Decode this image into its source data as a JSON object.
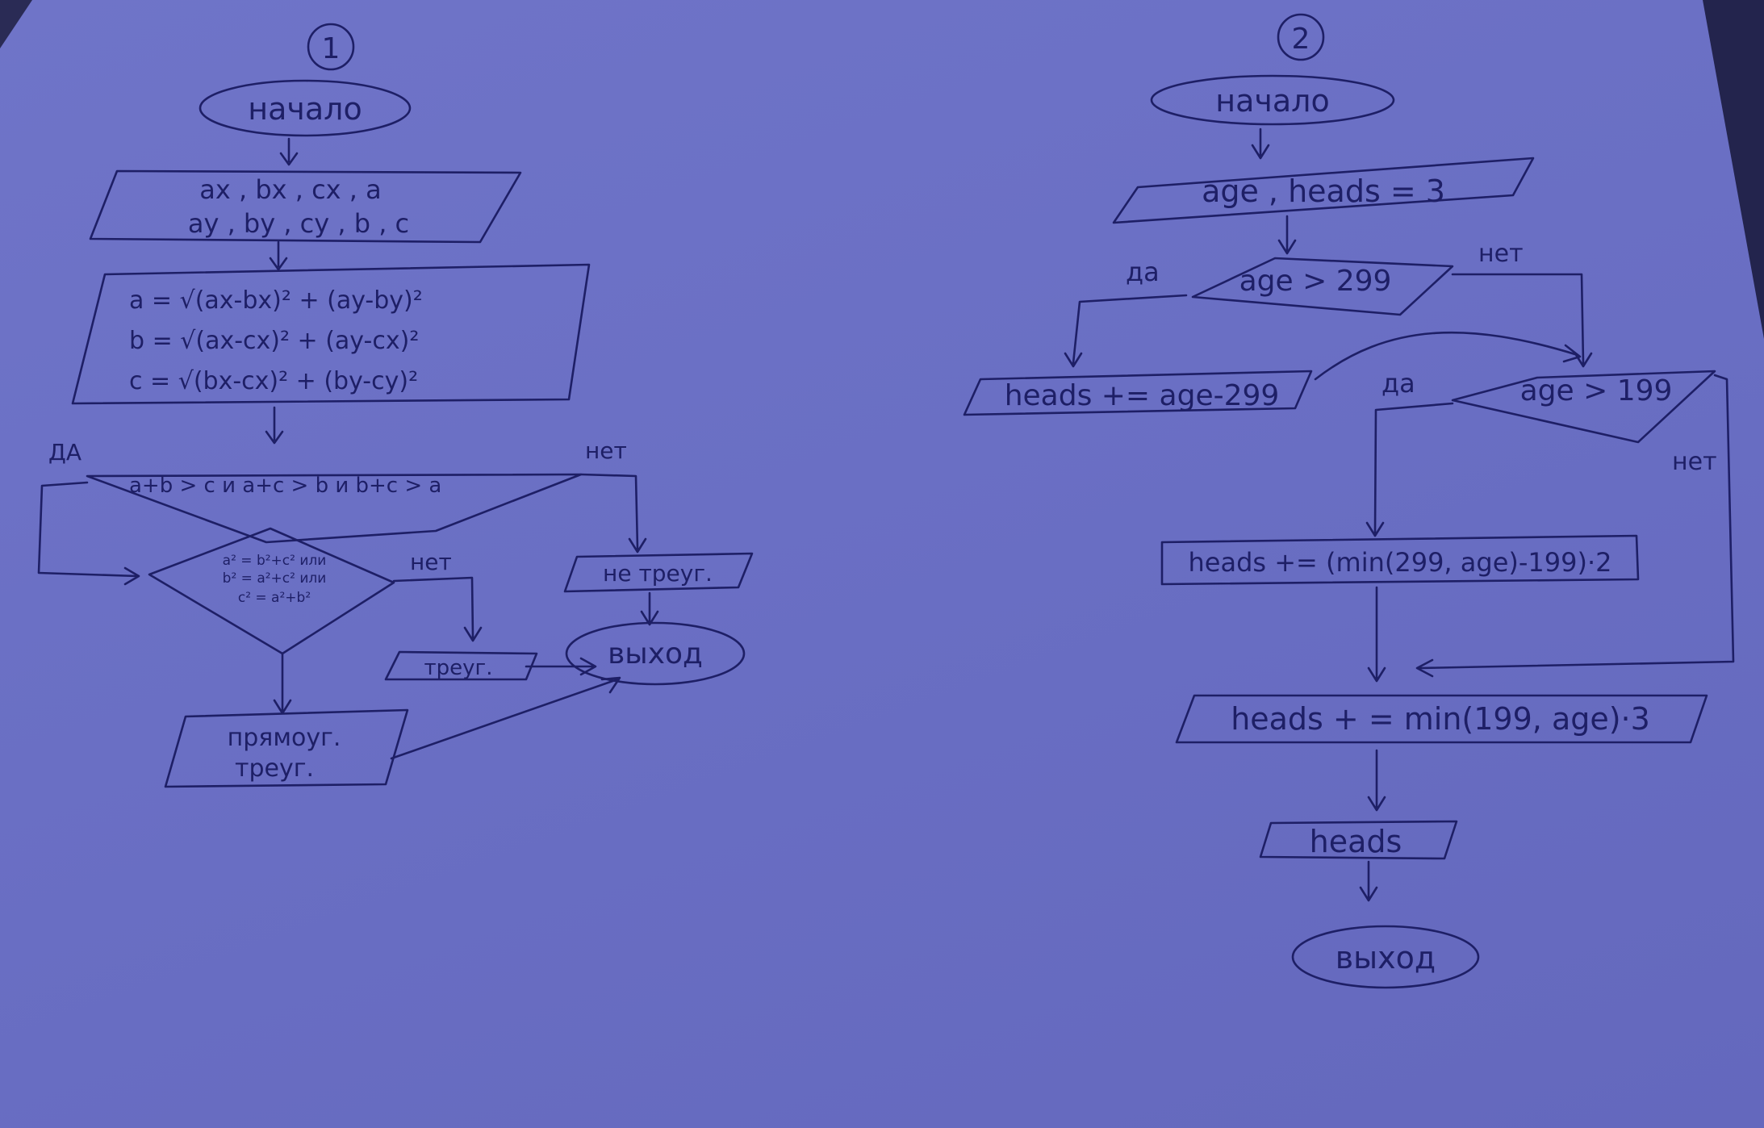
{
  "flowchart1": {
    "number": "1",
    "start": "начало",
    "input_line1": "ax , bx , cx , a",
    "input_line2": "ay , by , cy , b , c",
    "formula_a": "a = √(ax-bx)² + (ay-by)²",
    "formula_b": "b = √(ax-cx)² + (ay-cx)²",
    "formula_c": "c = √(bx-cx)² + (by-cy)²",
    "cond_triangle": "a+b > c   и a+c > b   и b+c > a",
    "yes": "ДА",
    "no": "нет",
    "cond_right_line1": "a² = b²+c² или",
    "cond_right_line2": "b² = a²+c² или",
    "cond_right_line3": "c² = a²+b²",
    "no2": "нет",
    "not_triangle": "не треуг.",
    "triangle": "треуг.",
    "right_triangle_line1": "прямоуг.",
    "right_triangle_line2": "треуг.",
    "end": "выход"
  },
  "flowchart2": {
    "number": "2",
    "start": "начало",
    "input": "age , heads = 3",
    "cond1": "age > 299",
    "yes1": "да",
    "no1": "нет",
    "heads_299": "heads += age-299",
    "cond2": "age > 199",
    "yes2": "да",
    "no2": "нет",
    "heads_199": "heads += (min(299, age)-199)·2",
    "heads_3": "heads + = min(199, age)·3",
    "output": "heads",
    "end": "выход"
  }
}
